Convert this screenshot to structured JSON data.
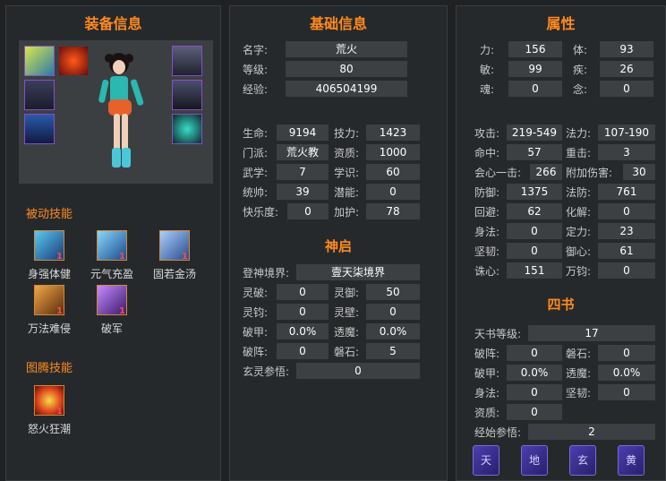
{
  "equipment": {
    "title": "装备信息",
    "passive_title": "被动技能",
    "passive_skills": [
      {
        "name": "身强体健",
        "level": "1"
      },
      {
        "name": "元气充盈",
        "level": "1"
      },
      {
        "name": "固若金汤",
        "level": "1"
      },
      {
        "name": "万法难侵",
        "level": "1"
      },
      {
        "name": "破军",
        "level": "1"
      }
    ],
    "totem_title": "图腾技能",
    "totem_skills": [
      {
        "name": "怒火狂潮",
        "level": "1"
      }
    ]
  },
  "basic": {
    "title": "基础信息",
    "name_label": "名字:",
    "name": "荒火",
    "level_label": "等级:",
    "level": "80",
    "exp_label": "经验:",
    "exp": "406504199",
    "hp_label": "生命:",
    "hp": "9194",
    "skill_power_label": "技力:",
    "skill_power": "1423",
    "faction_label": "门派:",
    "faction": "荒火教",
    "aptitude_label": "资质:",
    "aptitude": "1000",
    "martial_label": "武学:",
    "martial": "7",
    "knowledge_label": "学识:",
    "knowledge": "60",
    "command_label": "统帅:",
    "command": "39",
    "potential_label": "潜能:",
    "potential": "0",
    "happiness_label": "快乐度:",
    "happiness": "0",
    "protect_label": "加护:",
    "protect": "78"
  },
  "shenqi": {
    "title": "神启",
    "realm_label": "登神境界:",
    "realm": "壹天柒境界",
    "lingpo_label": "灵破:",
    "lingpo": "0",
    "lingyu_label": "灵御:",
    "lingyu": "50",
    "lingjun_label": "灵钧:",
    "lingjun": "0",
    "lingbi_label": "灵壁:",
    "lingbi": "0",
    "pojia_label": "破甲:",
    "pojia": "0.0%",
    "tumo_label": "透魔:",
    "tumo": "0.0%",
    "pozhen_label": "破阵:",
    "pozhen": "0",
    "panshi_label": "磐石:",
    "panshi": "5",
    "xuanling_label": "玄灵参悟:",
    "xuanling": "0"
  },
  "attributes": {
    "title": "属性",
    "li_label": "力:",
    "li": "156",
    "ti_label": "体:",
    "ti": "93",
    "min_label": "敏:",
    "min": "99",
    "ji_label": "疾:",
    "ji": "26",
    "hun_label": "魂:",
    "hun": "0",
    "nian_label": "念:",
    "nian": "0",
    "attack_label": "攻击:",
    "attack": "219-549",
    "magic_label": "法力:",
    "magic": "107-190",
    "hit_label": "命中:",
    "hit": "57",
    "heavy_label": "重击:",
    "heavy": "3",
    "crit_label": "会心一击:",
    "crit": "266",
    "extra_dmg_label": "附加伤害:",
    "extra_dmg": "30",
    "defense_label": "防御:",
    "defense": "1375",
    "mdef_label": "法防:",
    "mdef": "761",
    "dodge_label": "回避:",
    "dodge": "62",
    "dissolve_label": "化解:",
    "dissolve": "0",
    "agility_label": "身法:",
    "agility": "0",
    "focus_label": "定力:",
    "focus": "23",
    "tough_label": "坚韧:",
    "tough": "0",
    "resolve_label": "御心:",
    "resolve": "61",
    "zhuxin_label": "诛心:",
    "zhuxin": "151",
    "wanjun_label": "万钧:",
    "wanjun": "0"
  },
  "sishu": {
    "title": "四书",
    "tianshu_label": "天书等级:",
    "tianshu": "17",
    "pozhen_label": "破阵:",
    "pozhen": "0",
    "panshi_label": "磐石:",
    "panshi": "0",
    "pojia_label": "破甲:",
    "pojia": "0.0%",
    "tumo_label": "透魔:",
    "tumo": "0.0%",
    "shenfa_label": "身法:",
    "shenfa": "0",
    "jianren_label": "坚韧:",
    "jianren": "0",
    "zizhi_label": "资质:",
    "zizhi": "0",
    "jingshi_label": "经始参悟:",
    "jingshi": "2",
    "books": [
      "天",
      "地",
      "玄",
      "黄"
    ]
  }
}
